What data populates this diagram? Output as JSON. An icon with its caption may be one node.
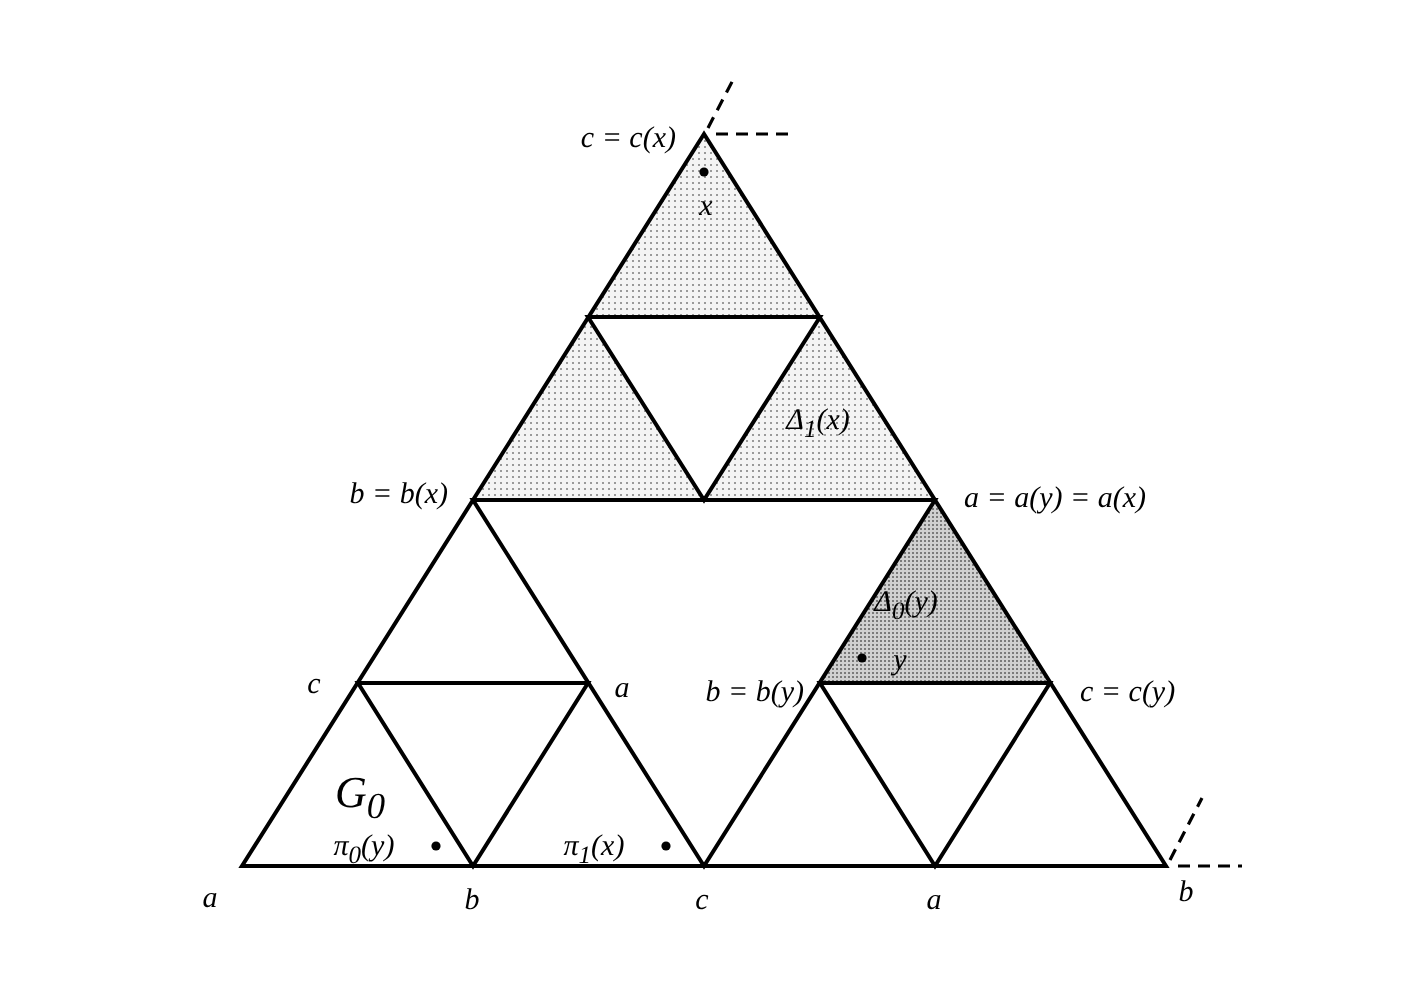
{
  "diagram": {
    "labels": [
      "c = c(x)",
      "x",
      "Δ$_{1}$(x)",
      "b = b(x)",
      "a = a(y) = a(x)",
      "Δ$_{0}$(y)",
      "y",
      "c",
      "a",
      "b = b(y)",
      "c = c(y)",
      "G$_{0}$",
      "π$_{0}$(y)",
      "π$_{1}$(x)",
      "a",
      "b",
      "c",
      "a",
      "b"
    ]
  }
}
